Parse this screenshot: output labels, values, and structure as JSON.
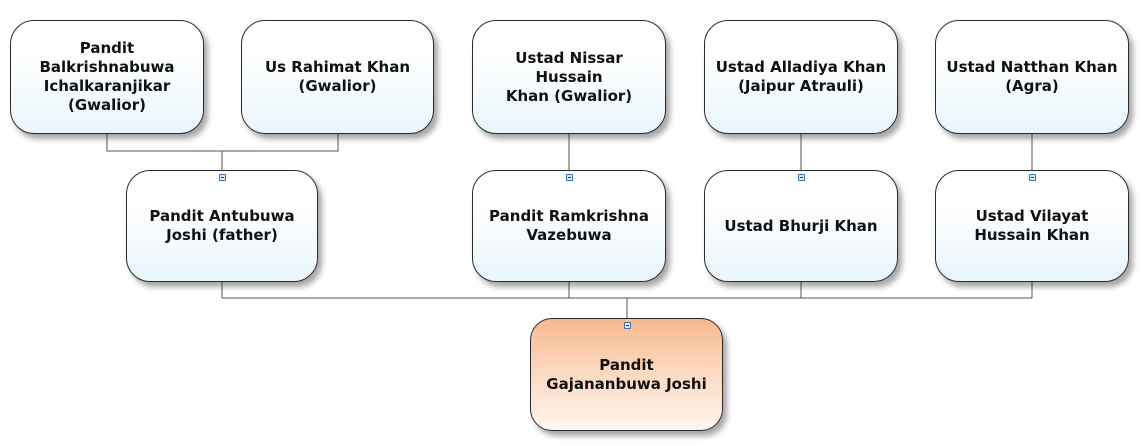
{
  "top_row": [
    {
      "id": "balkrishnabuwa",
      "label": "Pandit\nBalkrishnabuwa\nIchalkaranjikar\n(Gwalior)"
    },
    {
      "id": "rahimat-khan",
      "label": "Us Rahimat Khan\n(Gwalior)"
    },
    {
      "id": "nissar-hussain",
      "label": "Ustad Nissar Hussain\nKhan (Gwalior)"
    },
    {
      "id": "alladiya-khan",
      "label": "Ustad Alladiya Khan\n(Jaipur Atrauli)"
    },
    {
      "id": "natthan-khan",
      "label": "Ustad Natthan Khan\n(Agra)"
    }
  ],
  "middle_row": [
    {
      "id": "antubuwa",
      "label": "Pandit Antubuwa\nJoshi (father)"
    },
    {
      "id": "ramkrishna",
      "label": "Pandit Ramkrishna\nVazebuwa"
    },
    {
      "id": "bhurji-khan",
      "label": "Ustad Bhurji Khan"
    },
    {
      "id": "vilayat-hussain",
      "label": "Ustad Vilayat\nHussain Khan"
    }
  ],
  "root": {
    "id": "gajananbuwa",
    "label": "Pandit\nGajananbuwa Joshi"
  },
  "colors": {
    "line": "#555555",
    "root_fill": "#f6b98d",
    "node_fill": "#e8f5fc",
    "border": "#2b2b2b"
  }
}
